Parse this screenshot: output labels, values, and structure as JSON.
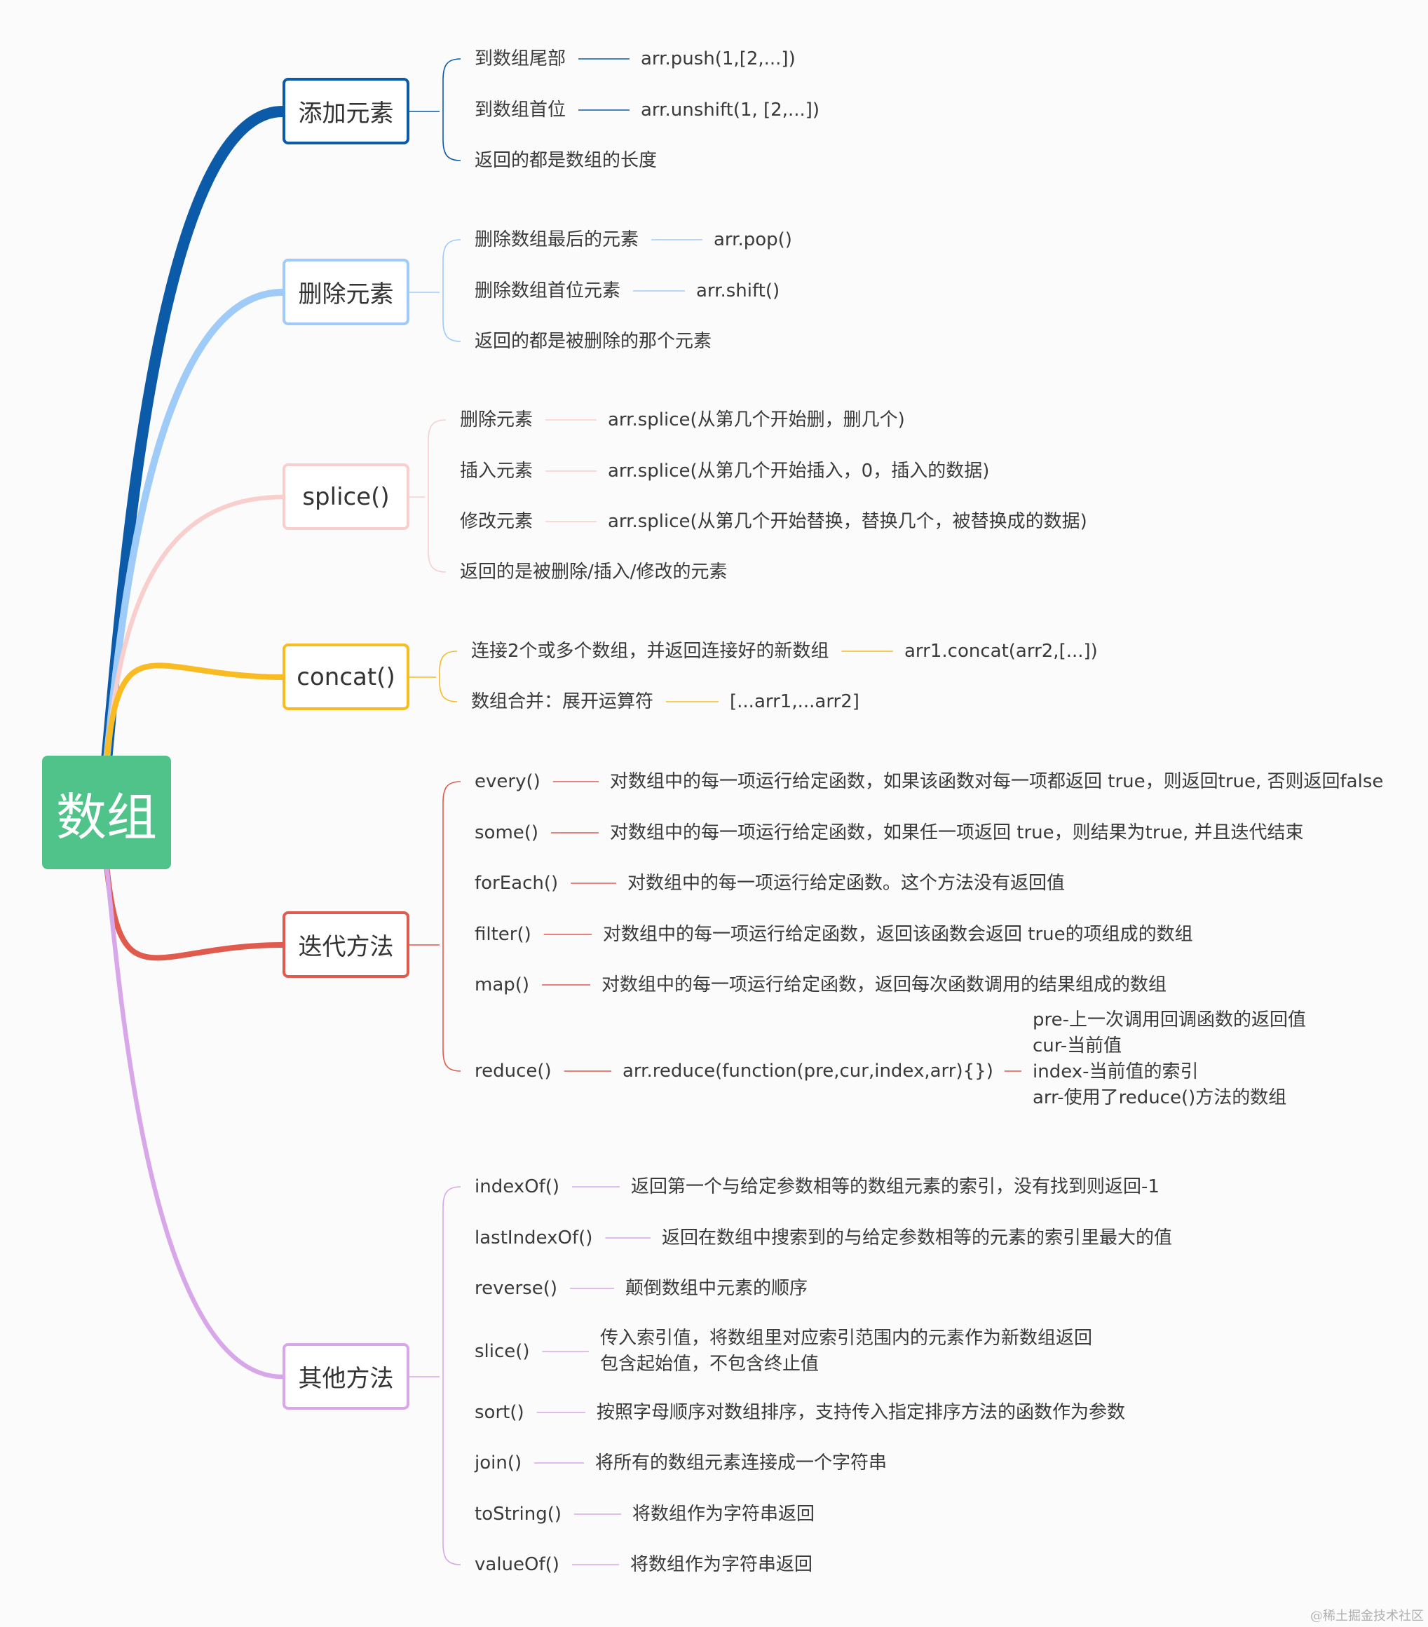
{
  "root": {
    "label": "数组",
    "color": "#4fc389"
  },
  "branches": [
    {
      "label": "添加元素",
      "color": "#0b5ba8",
      "items": [
        {
          "text": "到数组尾部",
          "desc": "arr.push(1,[2,...])"
        },
        {
          "text": "到数组首位",
          "desc": "arr.unshift(1, [2,...])"
        },
        {
          "text": "返回的都是数组的长度"
        }
      ]
    },
    {
      "label": "删除元素",
      "color": "#9ecbf8",
      "items": [
        {
          "text": "删除数组最后的元素",
          "desc": "arr.pop()"
        },
        {
          "text": "删除数组首位元素",
          "desc": "arr.shift()"
        },
        {
          "text": "返回的都是被删除的那个元素"
        }
      ]
    },
    {
      "label": "splice()",
      "color": "#f9cfce",
      "items": [
        {
          "text": "删除元素",
          "desc": "arr.splice(从第几个开始删，删几个)"
        },
        {
          "text": "插入元素",
          "desc": "arr.splice(从第几个开始插入，0，插入的数据)"
        },
        {
          "text": "修改元素",
          "desc": "arr.splice(从第几个开始替换，替换几个，被替换成的数据)"
        },
        {
          "text": "返回的是被删除/插入/修改的元素"
        }
      ]
    },
    {
      "label": "concat()",
      "color": "#f8bc22",
      "items": [
        {
          "text": "连接2个或多个数组，并返回连接好的新数组",
          "desc": "arr1.concat(arr2,[...])"
        },
        {
          "text": "数组合并：展开运算符",
          "desc": "[...arr1,...arr2]"
        }
      ]
    },
    {
      "label": "迭代方法",
      "color": "#e05a4e",
      "items": [
        {
          "text": "every()",
          "desc": "对数组中的每一项运行给定函数，如果该函数对每一项都返回 true，则返回true, 否则返回false"
        },
        {
          "text": "some()",
          "desc": "对数组中的每一项运行给定函数，如果任一项返回 true，则结果为true, 并且迭代结束"
        },
        {
          "text": "forEach()",
          "desc": "对数组中的每一项运行给定函数。这个方法没有返回值"
        },
        {
          "text": "filter()",
          "desc": "对数组中的每一项运行给定函数，返回该函数会返回 true的项组成的数组"
        },
        {
          "text": "map()",
          "desc": "对数组中的每一项运行给定函数，返回每次函数调用的结果组成的数组"
        },
        {
          "text": "reduce()",
          "desc": "arr.reduce(function(pre,cur,index,arr){})",
          "sub": [
            "pre-上一次调用回调函数的返回值",
            "cur-当前值",
            "index-当前值的索引",
            "arr-使用了reduce()方法的数组"
          ]
        }
      ]
    },
    {
      "label": "其他方法",
      "color": "#d8a7ea",
      "items": [
        {
          "text": "indexOf()",
          "desc": "返回第一个与给定参数相等的数组元素的索引，没有找到则返回-1"
        },
        {
          "text": "lastIndexOf()",
          "desc": "返回在数组中搜索到的与给定参数相等的元素的索引里最大的值"
        },
        {
          "text": "reverse()",
          "desc": "颠倒数组中元素的顺序"
        },
        {
          "text": "slice()",
          "desc_lines": [
            "传入索引值，将数组里对应索引范围内的元素作为新数组返回",
            "包含起始值，不包含终止值"
          ]
        },
        {
          "text": "sort()",
          "desc": "按照字母顺序对数组排序，支持传入指定排序方法的函数作为参数"
        },
        {
          "text": "join()",
          "desc": "将所有的数组元素连接成一个字符串"
        },
        {
          "text": "toString()",
          "desc": "将数组作为字符串返回"
        },
        {
          "text": "valueOf()",
          "desc": "将数组作为字符串返回"
        }
      ]
    }
  ],
  "watermark": "@稀土掘金技术社区"
}
